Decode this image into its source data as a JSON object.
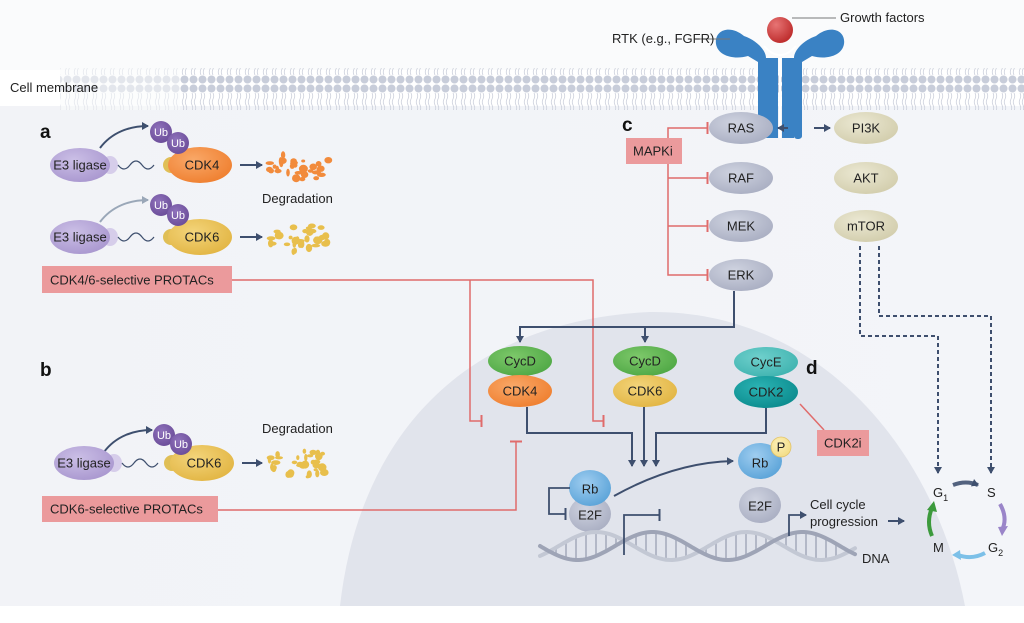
{
  "membrane": {
    "label": "Cell membrane",
    "receptor_label": "RTK (e.g., FGFR)",
    "ligand_label": "Growth factors"
  },
  "panels": {
    "a": "a",
    "b": "b",
    "c": "c",
    "d": "d"
  },
  "panel_a": {
    "row1": {
      "ligase": "E3 ligase",
      "target": "CDK4",
      "ub1": "Ub",
      "ub2": "Ub"
    },
    "row2": {
      "ligase": "E3 ligase",
      "target": "CDK6",
      "ub1": "Ub",
      "ub2": "Ub"
    },
    "degradation_label": "Degradation",
    "drug_label": "CDK4/6-selective PROTACs"
  },
  "panel_b": {
    "ligase": "E3 ligase",
    "target": "CDK6",
    "ub1": "Ub",
    "ub2": "Ub",
    "degradation_label": "Degradation",
    "drug_label": "CDK6-selective PROTACs"
  },
  "panel_c": {
    "inhibitor_label": "MAPKi",
    "mapk_nodes": [
      "RAS",
      "RAF",
      "MEK",
      "ERK"
    ],
    "pi3k_nodes": [
      "PI3K",
      "AKT",
      "mTOR"
    ]
  },
  "nucleus": {
    "complex1": {
      "cyclin": "CycD",
      "cdk": "CDK4"
    },
    "complex2": {
      "cyclin": "CycD",
      "cdk": "CDK6"
    },
    "complex3": {
      "cyclin": "CycE",
      "cdk": "CDK2"
    },
    "cdk2_inhibitor_label": "CDK2i",
    "rb_bound": "Rb",
    "e2f_bound": "E2F",
    "rb_phos": "Rb",
    "phospho": "P",
    "e2f_free": "E2F",
    "progression_line1": "Cell cycle",
    "progression_line2": "progression",
    "dna_label": "DNA"
  },
  "cell_cycle": {
    "phases": [
      "G1",
      "S",
      "G2",
      "M"
    ],
    "g1_main": "G",
    "g1_sub": "1",
    "s": "S",
    "g2_main": "G",
    "g2_sub": "2",
    "m": "M"
  },
  "colors": {
    "inhibition_red": "#e06b6b",
    "drug_box": "#eb9a9c",
    "arrow_navy": "#3e4f6e",
    "cdk4_orange": "#f28b3c",
    "cdk6_yellow": "#e8bf4c",
    "cycd_green": "#5fb350",
    "cyce_teal": "#4cbcb8",
    "cdk2_teal": "#129b9e",
    "ligase_purple": "#b7a7d8",
    "ub_purple": "#7a5ba6",
    "mapk_gray": "#b8bdcf",
    "pi3k_khaki": "#dedac0",
    "rb_blue": "#77b6e3",
    "receptor_blue": "#3a82c4",
    "ligand_red": "#cf3f3f"
  }
}
